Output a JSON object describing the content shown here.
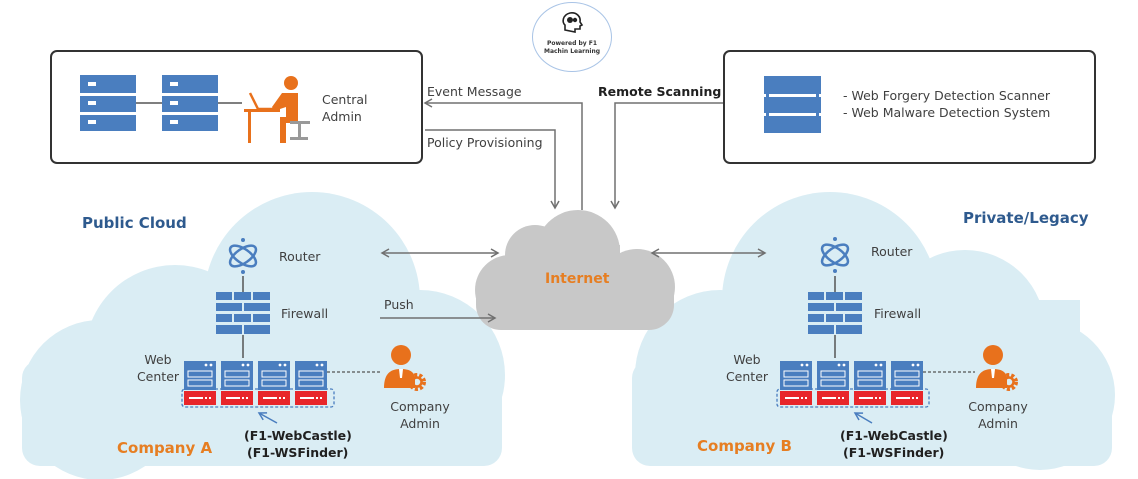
{
  "diagram": {
    "badge": {
      "line1": "Powered by F1",
      "line2": "Machin Learning",
      "icon": "brain-head-icon"
    },
    "central_admin_box": {
      "label_line1": "Central",
      "label_line2": "Admin",
      "icons": [
        "server-rack-icon",
        "server-rack-icon",
        "person-at-laptop-icon"
      ]
    },
    "scanner_box": {
      "items": [
        "- Web Forgery Detection Scanner",
        "- Web Malware Detection System"
      ],
      "icon": "server-rack-icon"
    },
    "flows": {
      "event_message": "Event Message",
      "policy_provisioning": "Policy Provisioning",
      "remote_scanning": "Remote Scanning",
      "push": "Push"
    },
    "internet": {
      "label": "Internet"
    },
    "left_cloud": {
      "title": "Public Cloud",
      "router": "Router",
      "firewall": "Firewall",
      "web_center_line1": "Web",
      "web_center_line2": "Center",
      "admin_line1": "Company",
      "admin_line2": "Admin",
      "product_line1": "(F1-WebCastle)",
      "product_line2": "(F1-WSFinder)",
      "company": "Company A"
    },
    "right_cloud": {
      "title": "Private/Legacy",
      "router": "Router",
      "firewall": "Firewall",
      "web_center_line1": "Web",
      "web_center_line2": "Center",
      "admin_line1": "Company",
      "admin_line2": "Admin",
      "product_line1": "(F1-WebCastle)",
      "product_line2": "(F1-WSFinder)",
      "company": "Company B"
    },
    "colors": {
      "server_blue": "#4a7ebf",
      "appliance_red": "#e8262a",
      "admin_orange": "#e8711c",
      "cloud_fill": "#daedf4",
      "internet_fill": "#c8c8c8",
      "title_blue": "#2e5a8e",
      "company_orange": "#e67e22"
    }
  }
}
